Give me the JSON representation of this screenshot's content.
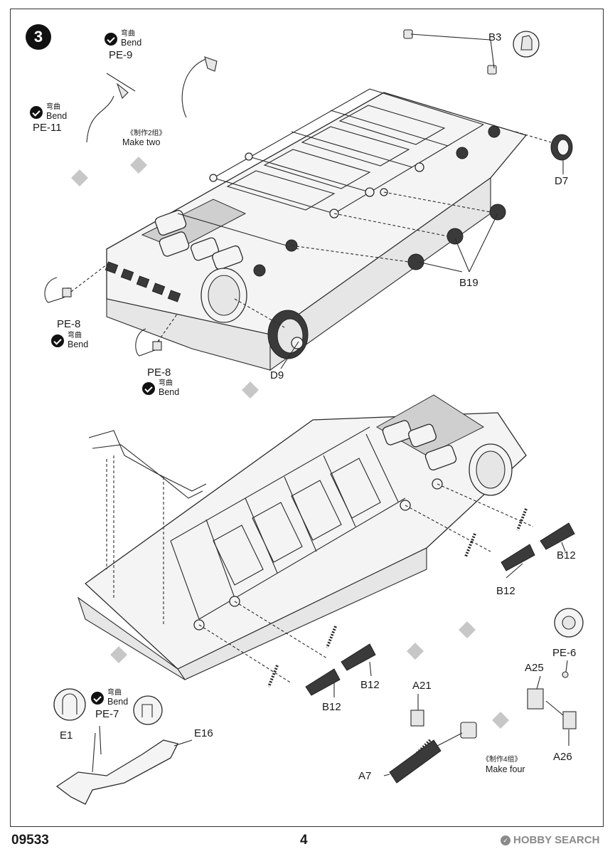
{
  "step": {
    "number": "3"
  },
  "bend_label": {
    "cn": "弯曲",
    "en": "Bend"
  },
  "parts": {
    "pe9": "PE-9",
    "pe11": "PE-11",
    "pe8_left": "PE-8",
    "pe8_bottom": "PE-8",
    "pe7": "PE-7",
    "pe6": "PE-6",
    "b3": "B3",
    "d7": "D7",
    "b19": "B19",
    "d9": "D9",
    "b12_a": "B12",
    "b12_b": "B12",
    "b12_c": "B12",
    "b12_d": "B12",
    "e1": "E1",
    "e16": "E16",
    "a21": "A21",
    "a7": "A7",
    "a25": "A25",
    "a26": "A26"
  },
  "notes": {
    "make_two_cn": "《制作2组》",
    "make_two_en": "Make two",
    "make_four_cn": "《制作4组》",
    "make_four_en": "Make four"
  },
  "footer": {
    "product_code": "09533",
    "page_number": "4"
  },
  "watermark": {
    "text": "HOBBY SEARCH"
  }
}
